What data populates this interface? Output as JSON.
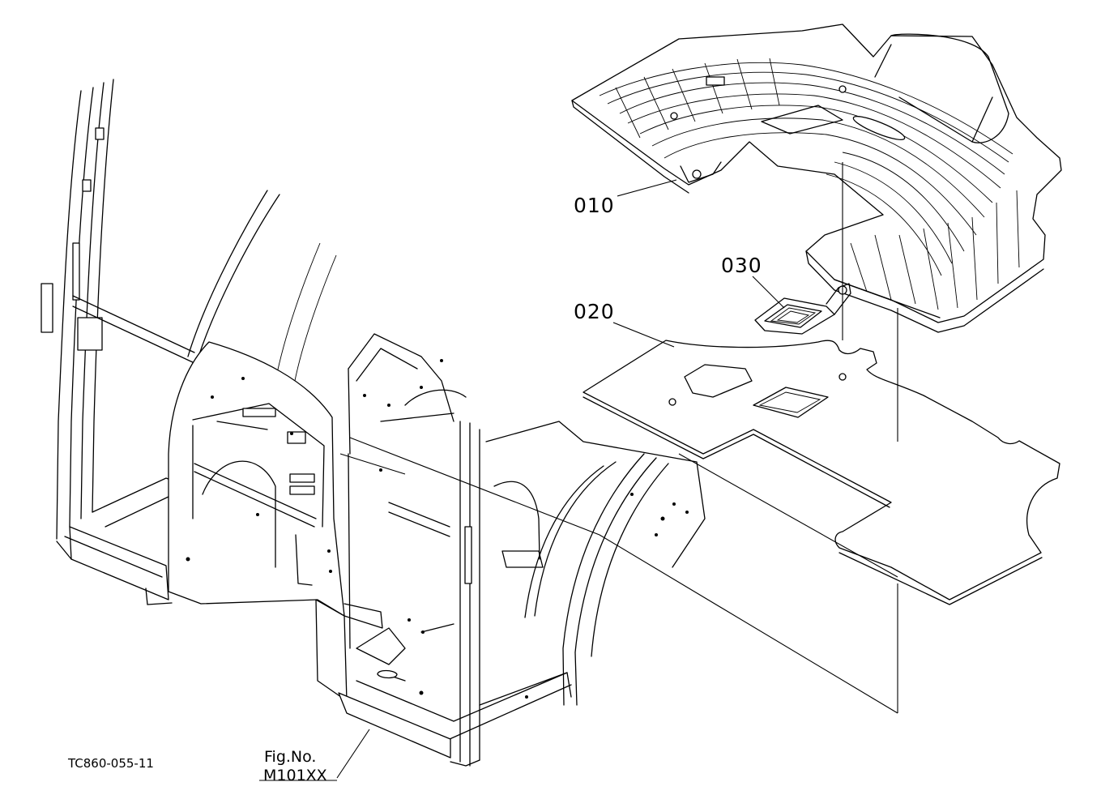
{
  "parts": [
    {
      "id": "part-010",
      "label": "010"
    },
    {
      "id": "part-020",
      "label": "020"
    },
    {
      "id": "part-030",
      "label": "030"
    }
  ],
  "figure": {
    "fig_label": "Fig.No.",
    "fig_number": "M101XX"
  },
  "drawing_code": "TC860-055-11"
}
